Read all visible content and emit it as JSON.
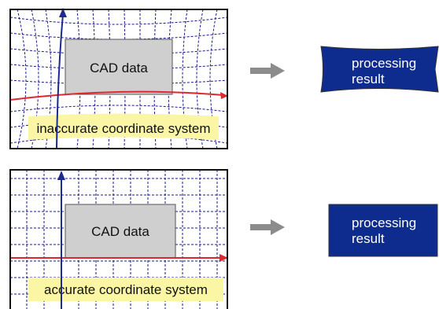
{
  "top": {
    "box_label": "CAD data",
    "system_label": "inaccurate coordinate system",
    "result_line1": "processing",
    "result_line2": "result"
  },
  "bottom": {
    "box_label": "CAD data",
    "system_label": "accurate coordinate system",
    "result_line1": "processing",
    "result_line2": "result"
  },
  "colors": {
    "grid_lines": "#1a1a8c",
    "x_axis": "#e0262e",
    "y_axis": "#1d2a8f",
    "cad_box": "#cfcfcf",
    "label_highlight": "#fbf6a6",
    "arrow": "#8c8c8c",
    "result_box": "#0e2b8e"
  }
}
